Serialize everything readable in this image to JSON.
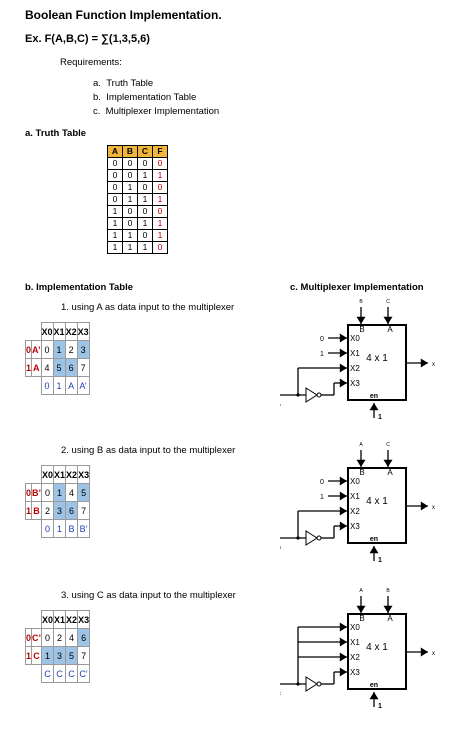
{
  "title": "Boolean Function Implementation.",
  "example": "Ex. F(A,B,C) = ∑(1,3,5,6)",
  "requirements": {
    "heading": "Requirements:",
    "items": [
      "a.  Truth Table",
      "b.  Implementation Table",
      "c.  Multiplexer Implementation"
    ]
  },
  "truth_table": {
    "heading": "a. Truth Table",
    "headers": [
      "A",
      "B",
      "C",
      "F"
    ],
    "rows": [
      [
        "0",
        "0",
        "0",
        "0"
      ],
      [
        "0",
        "0",
        "1",
        "1"
      ],
      [
        "0",
        "1",
        "0",
        "0"
      ],
      [
        "0",
        "1",
        "1",
        "1"
      ],
      [
        "1",
        "0",
        "0",
        "0"
      ],
      [
        "1",
        "0",
        "1",
        "1"
      ],
      [
        "1",
        "1",
        "0",
        "1"
      ],
      [
        "1",
        "1",
        "1",
        "0"
      ]
    ]
  },
  "impl_heading": "b. Implementation Table",
  "mux_heading": "c. Multiplexer Implementation",
  "impl_tables": [
    {
      "caption": "1. using A as data input to the multiplexer",
      "headers": [
        "X0",
        "X1",
        "X2",
        "X3"
      ],
      "rows": [
        {
          "idx": "0",
          "var": "A’",
          "cells": [
            "0",
            "1",
            "2",
            "3"
          ],
          "sel": [
            false,
            true,
            false,
            true
          ]
        },
        {
          "idx": "1",
          "var": "A",
          "cells": [
            "4",
            "5",
            "6",
            "7"
          ],
          "sel": [
            false,
            true,
            true,
            false
          ]
        }
      ],
      "result": [
        "0",
        "1",
        "A",
        "A’"
      ]
    },
    {
      "caption": "2. using B as data input to the multiplexer",
      "headers": [
        "X0",
        "X1",
        "X2",
        "X3"
      ],
      "rows": [
        {
          "idx": "0",
          "var": "B’",
          "cells": [
            "0",
            "1",
            "4",
            "5"
          ],
          "sel": [
            false,
            true,
            false,
            true
          ]
        },
        {
          "idx": "1",
          "var": "B",
          "cells": [
            "2",
            "3",
            "6",
            "7"
          ],
          "sel": [
            false,
            true,
            true,
            false
          ]
        }
      ],
      "result": [
        "0",
        "1",
        "B",
        "B’"
      ]
    },
    {
      "caption": "3. using C as data input to the multiplexer",
      "headers": [
        "X0",
        "X1",
        "X2",
        "X3"
      ],
      "rows": [
        {
          "idx": "0",
          "var": "C’",
          "cells": [
            "0",
            "2",
            "4",
            "6"
          ],
          "sel": [
            false,
            false,
            false,
            true
          ]
        },
        {
          "idx": "1",
          "var": "C",
          "cells": [
            "1",
            "3",
            "5",
            "7"
          ],
          "sel": [
            true,
            true,
            true,
            false
          ]
        }
      ],
      "result": [
        "C",
        "C",
        "C",
        "C’"
      ]
    }
  ],
  "mux_diagrams": [
    {
      "sel_b": "B",
      "sel_a": "A",
      "top_b": "B",
      "top_a": "C",
      "inv_in": "A",
      "in0": "0",
      "in1": "1",
      "label": "4 x 1",
      "en": "en",
      "en_val": "1",
      "out": "x",
      "ports": [
        "X0",
        "X1",
        "X2",
        "X3"
      ]
    },
    {
      "sel_b": "B",
      "sel_a": "A",
      "top_b": "A",
      "top_a": "C",
      "inv_in": "B",
      "in0": "0",
      "in1": "1",
      "label": "4 x 1",
      "en": "en",
      "en_val": "1",
      "out": "x",
      "ports": [
        "X0",
        "X1",
        "X2",
        "X3"
      ]
    },
    {
      "sel_b": "B",
      "sel_a": "A",
      "top_b": "A",
      "top_a": "B",
      "inv_in": "C",
      "in0": "",
      "in1": "",
      "label": "4 x 1",
      "en": "en",
      "en_val": "1",
      "out": "x",
      "ports": [
        "X0",
        "X1",
        "X2",
        "X3"
      ]
    }
  ]
}
